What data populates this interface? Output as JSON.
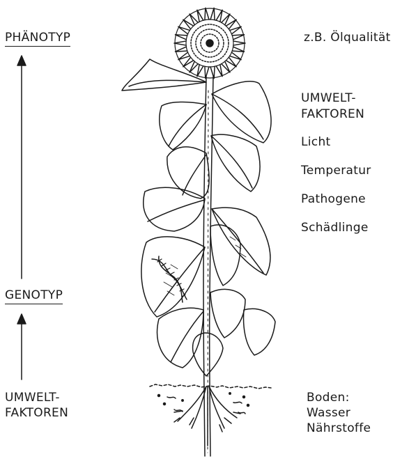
{
  "left": {
    "phenotype": "PHÄNOTYP",
    "genotype": "GENOTYP",
    "environment_line1": "UMWELT-",
    "environment_line2": "FAKTOREN"
  },
  "right": {
    "example": "z.B. Ölqualität",
    "env_line1": "UMWELT-",
    "env_line2": "FAKTOREN",
    "factors": [
      "Licht",
      "Temperatur",
      "Pathogene",
      "Schädlinge"
    ],
    "soil_title": "Boden:",
    "soil_items": [
      "Wasser",
      "Nährstoffe"
    ]
  }
}
